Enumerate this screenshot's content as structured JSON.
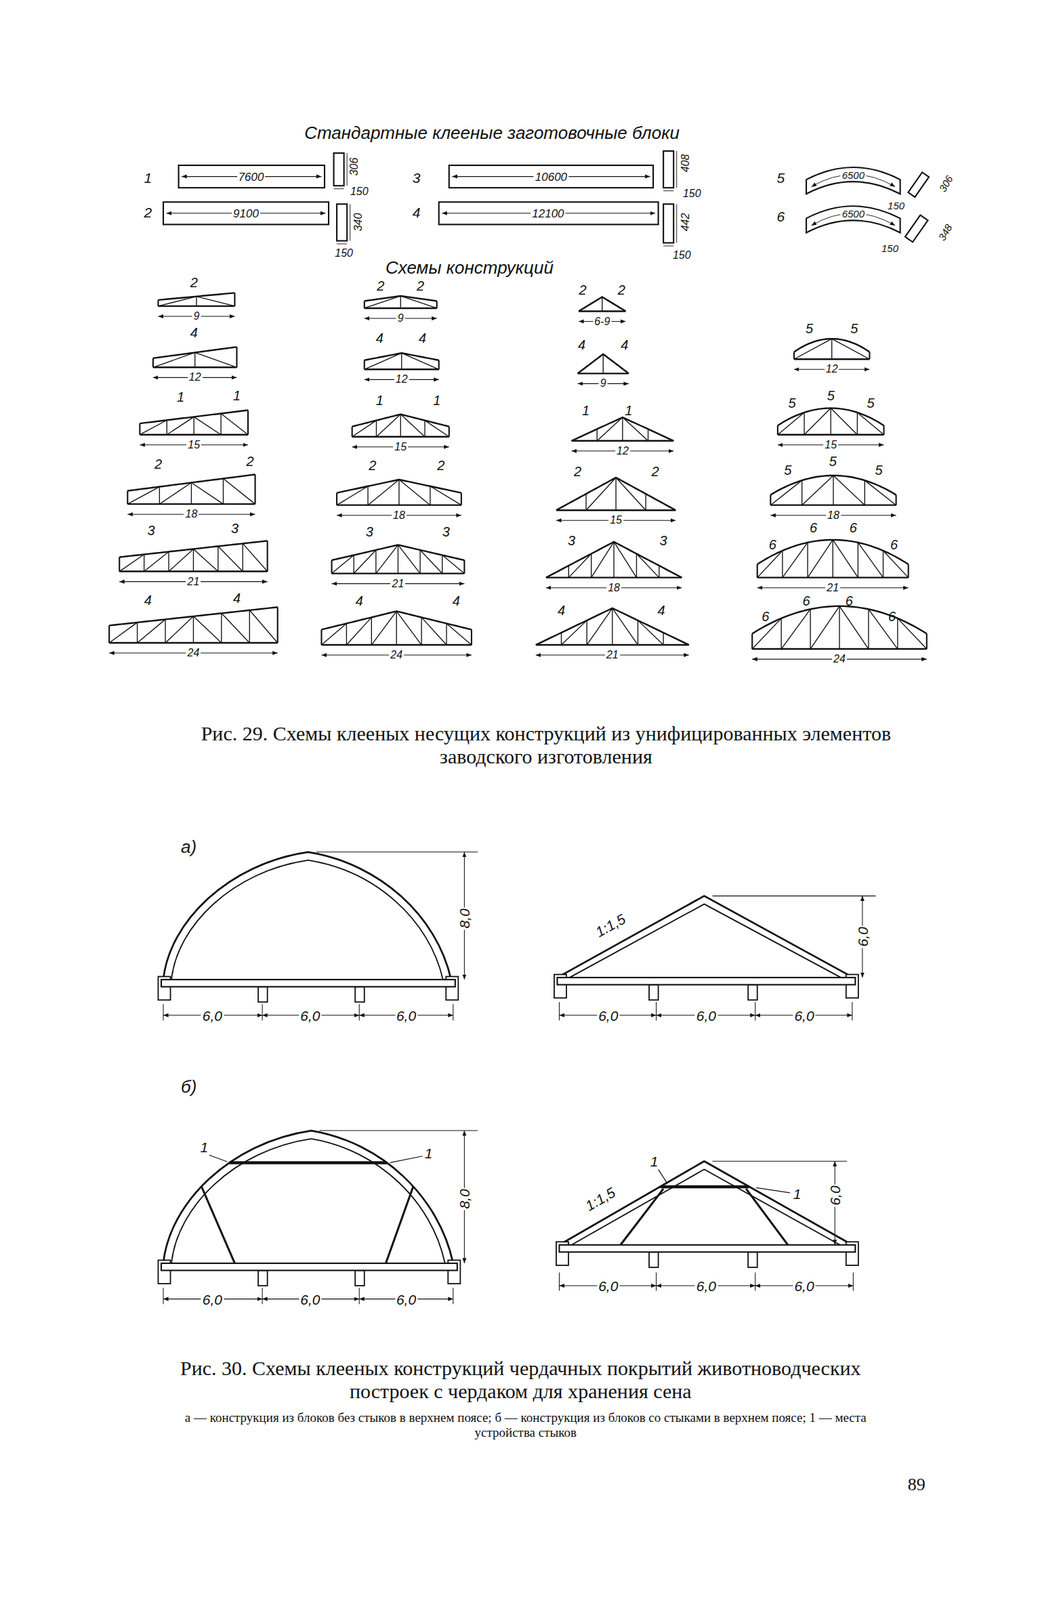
{
  "diagram": {
    "title": "Стандартные клееные заготовочные блоки",
    "labels": [
      "1",
      "7600",
      "306",
      "150",
      "2",
      "9100",
      "340",
      "150",
      "3",
      "10600",
      "408",
      "150",
      "4",
      "12100",
      "442",
      "150",
      "5",
      "6500",
      "150",
      "306",
      "6",
      "6500",
      "150",
      "348",
      "Схемы конструкций",
      "2",
      "9",
      "4",
      "12",
      "1",
      "1",
      "15",
      "2",
      "2",
      "18",
      "3",
      "3",
      "21",
      "4",
      "4",
      "24",
      "2",
      "2",
      "9",
      "4",
      "4",
      "12",
      "1",
      "1",
      "15",
      "2",
      "2",
      "18",
      "3",
      "3",
      "21",
      "4",
      "4",
      "24",
      "2",
      "2",
      "6-9",
      "4",
      "4",
      "9",
      "1",
      "1",
      "12",
      "2",
      "2",
      "15",
      "3",
      "3",
      "18",
      "4",
      "4",
      "21",
      "5",
      "5",
      "12",
      "5",
      "5",
      "5",
      "15",
      "5",
      "5",
      "5",
      "18",
      "6",
      "6",
      "6",
      "6",
      "21",
      "6",
      "6",
      "6",
      "6",
      "24",
      "Рис. 29. Схемы клееных несущих конструкций из унифицированных элементов заводского изготовления",
      "а)",
      "8,0",
      "6,0",
      "6,0",
      "6,0",
      "1:1,5",
      "6,0",
      "6,0",
      "6,0",
      "6,0",
      "б)",
      "1",
      "1",
      "8,0",
      "6,0",
      "6,0",
      "6,0",
      "1",
      "1",
      "1:1,5",
      "6,0",
      "6,0",
      "6,0",
      "6,0",
      "Рис. 30. Схемы клееных конструкций чердачных покрытий животноводческих построек с чердаком для хранения сена",
      "а — конструкция из блоков без стыков в верхнем поясе; б — конструкция из блоков со стыками в верхнем поясе; 1 — места устройства стыков",
      "89"
    ]
  }
}
